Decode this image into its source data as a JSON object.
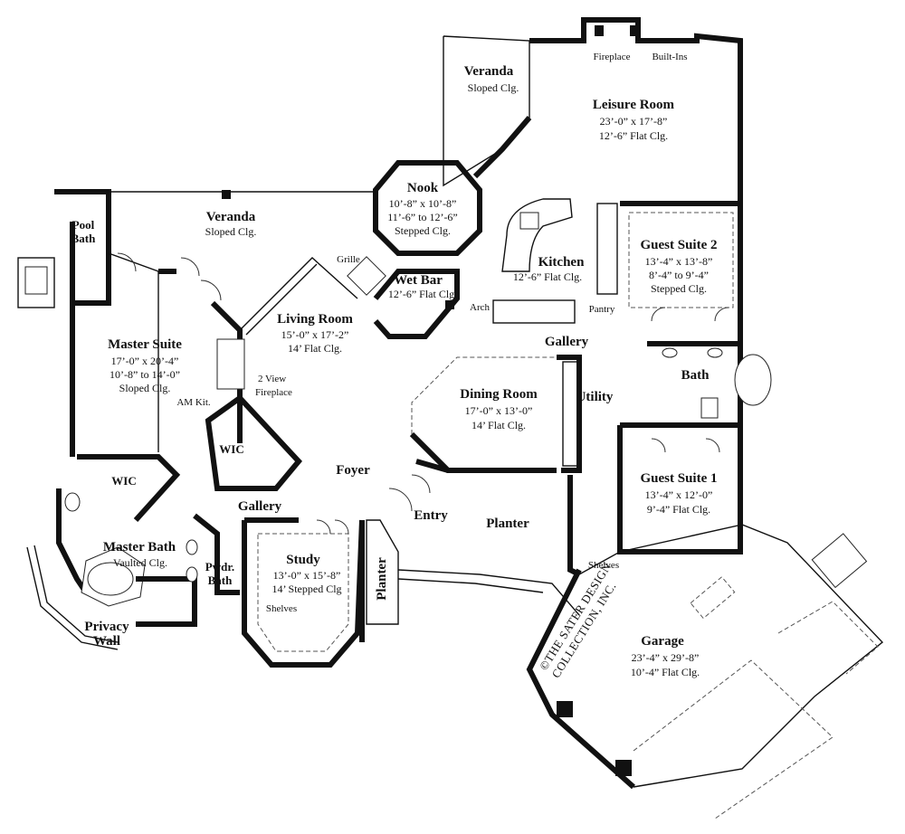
{
  "rooms": {
    "veranda_top": {
      "name": "Veranda",
      "line1": "Sloped Clg."
    },
    "leisure": {
      "name": "Leisure Room",
      "line1": "23’-0” x 17’-8”",
      "line2": "12’-6” Flat Clg."
    },
    "fireplace_label": "Fireplace",
    "builtins_label": "Built-Ins",
    "veranda_left": {
      "name": "Veranda",
      "line1": "Sloped Clg."
    },
    "nook": {
      "name": "Nook",
      "line1": "10’-8” x 10’-8”",
      "line2": "11’-6” to 12’-6”",
      "line3": "Stepped Clg."
    },
    "pool_bath": {
      "line1": "Pool",
      "line2": "Bath"
    },
    "kitchen": {
      "name": "Kitchen",
      "line1": "12’-6” Flat Clg."
    },
    "guest2": {
      "name": "Guest Suite 2",
      "line1": "13’-4” x 13’-8”",
      "line2": "8’-4” to 9’-4”",
      "line3": "Stepped Clg."
    },
    "grille_label": "Grille",
    "wetbar": {
      "name": "Wet Bar",
      "line1": "12’-6” Flat Clg."
    },
    "arch_label": "Arch",
    "pantry_label": "Pantry",
    "living": {
      "name": "Living Room",
      "line1": "15’-0” x 17’-2”",
      "line2": "14’ Flat Clg."
    },
    "gallery_right": "Gallery",
    "master_suite": {
      "name": "Master Suite",
      "line1": "17’-0” x 20’-4”",
      "line2": "10’-8” to 14’-0”",
      "line3": "Sloped Clg."
    },
    "fireplace2": {
      "line1": "2 View",
      "line2": "Fireplace"
    },
    "bath": "Bath",
    "am_kit": "AM Kit.",
    "dining": {
      "name": "Dining Room",
      "line1": "17’-0” x 13’-0”",
      "line2": "14’ Flat Clg."
    },
    "utility": "Utility",
    "wic_inner": "WIC",
    "foyer": "Foyer",
    "wic_left": "WIC",
    "guest1": {
      "name": "Guest Suite 1",
      "line1": "13’-4” x 12’-0”",
      "line2": "9’-4” Flat Clg."
    },
    "gallery_left": "Gallery",
    "entry": "Entry",
    "planter_right": "Planter",
    "master_bath": {
      "name": "Master Bath",
      "line1": "Vaulted Clg."
    },
    "study": {
      "name": "Study",
      "line1": "13’-0” x 15’-8”",
      "line2": "14’ Stepped Clg"
    },
    "planter_vertical": "Planter",
    "pwdr": {
      "line1": "Pwdr.",
      "line2": "Bath"
    },
    "shelves_study": "Shelves",
    "shelves_garage": "Shelves",
    "privacy_wall": {
      "line1": "Privacy",
      "line2": "Wall"
    },
    "garage": {
      "name": "Garage",
      "line1": "23’-4” x 29’-8”",
      "line2": "10’-4” Flat Clg."
    }
  },
  "copyright": {
    "line1": "©THE SATER DESIGN",
    "line2": "COLLECTION, INC."
  }
}
